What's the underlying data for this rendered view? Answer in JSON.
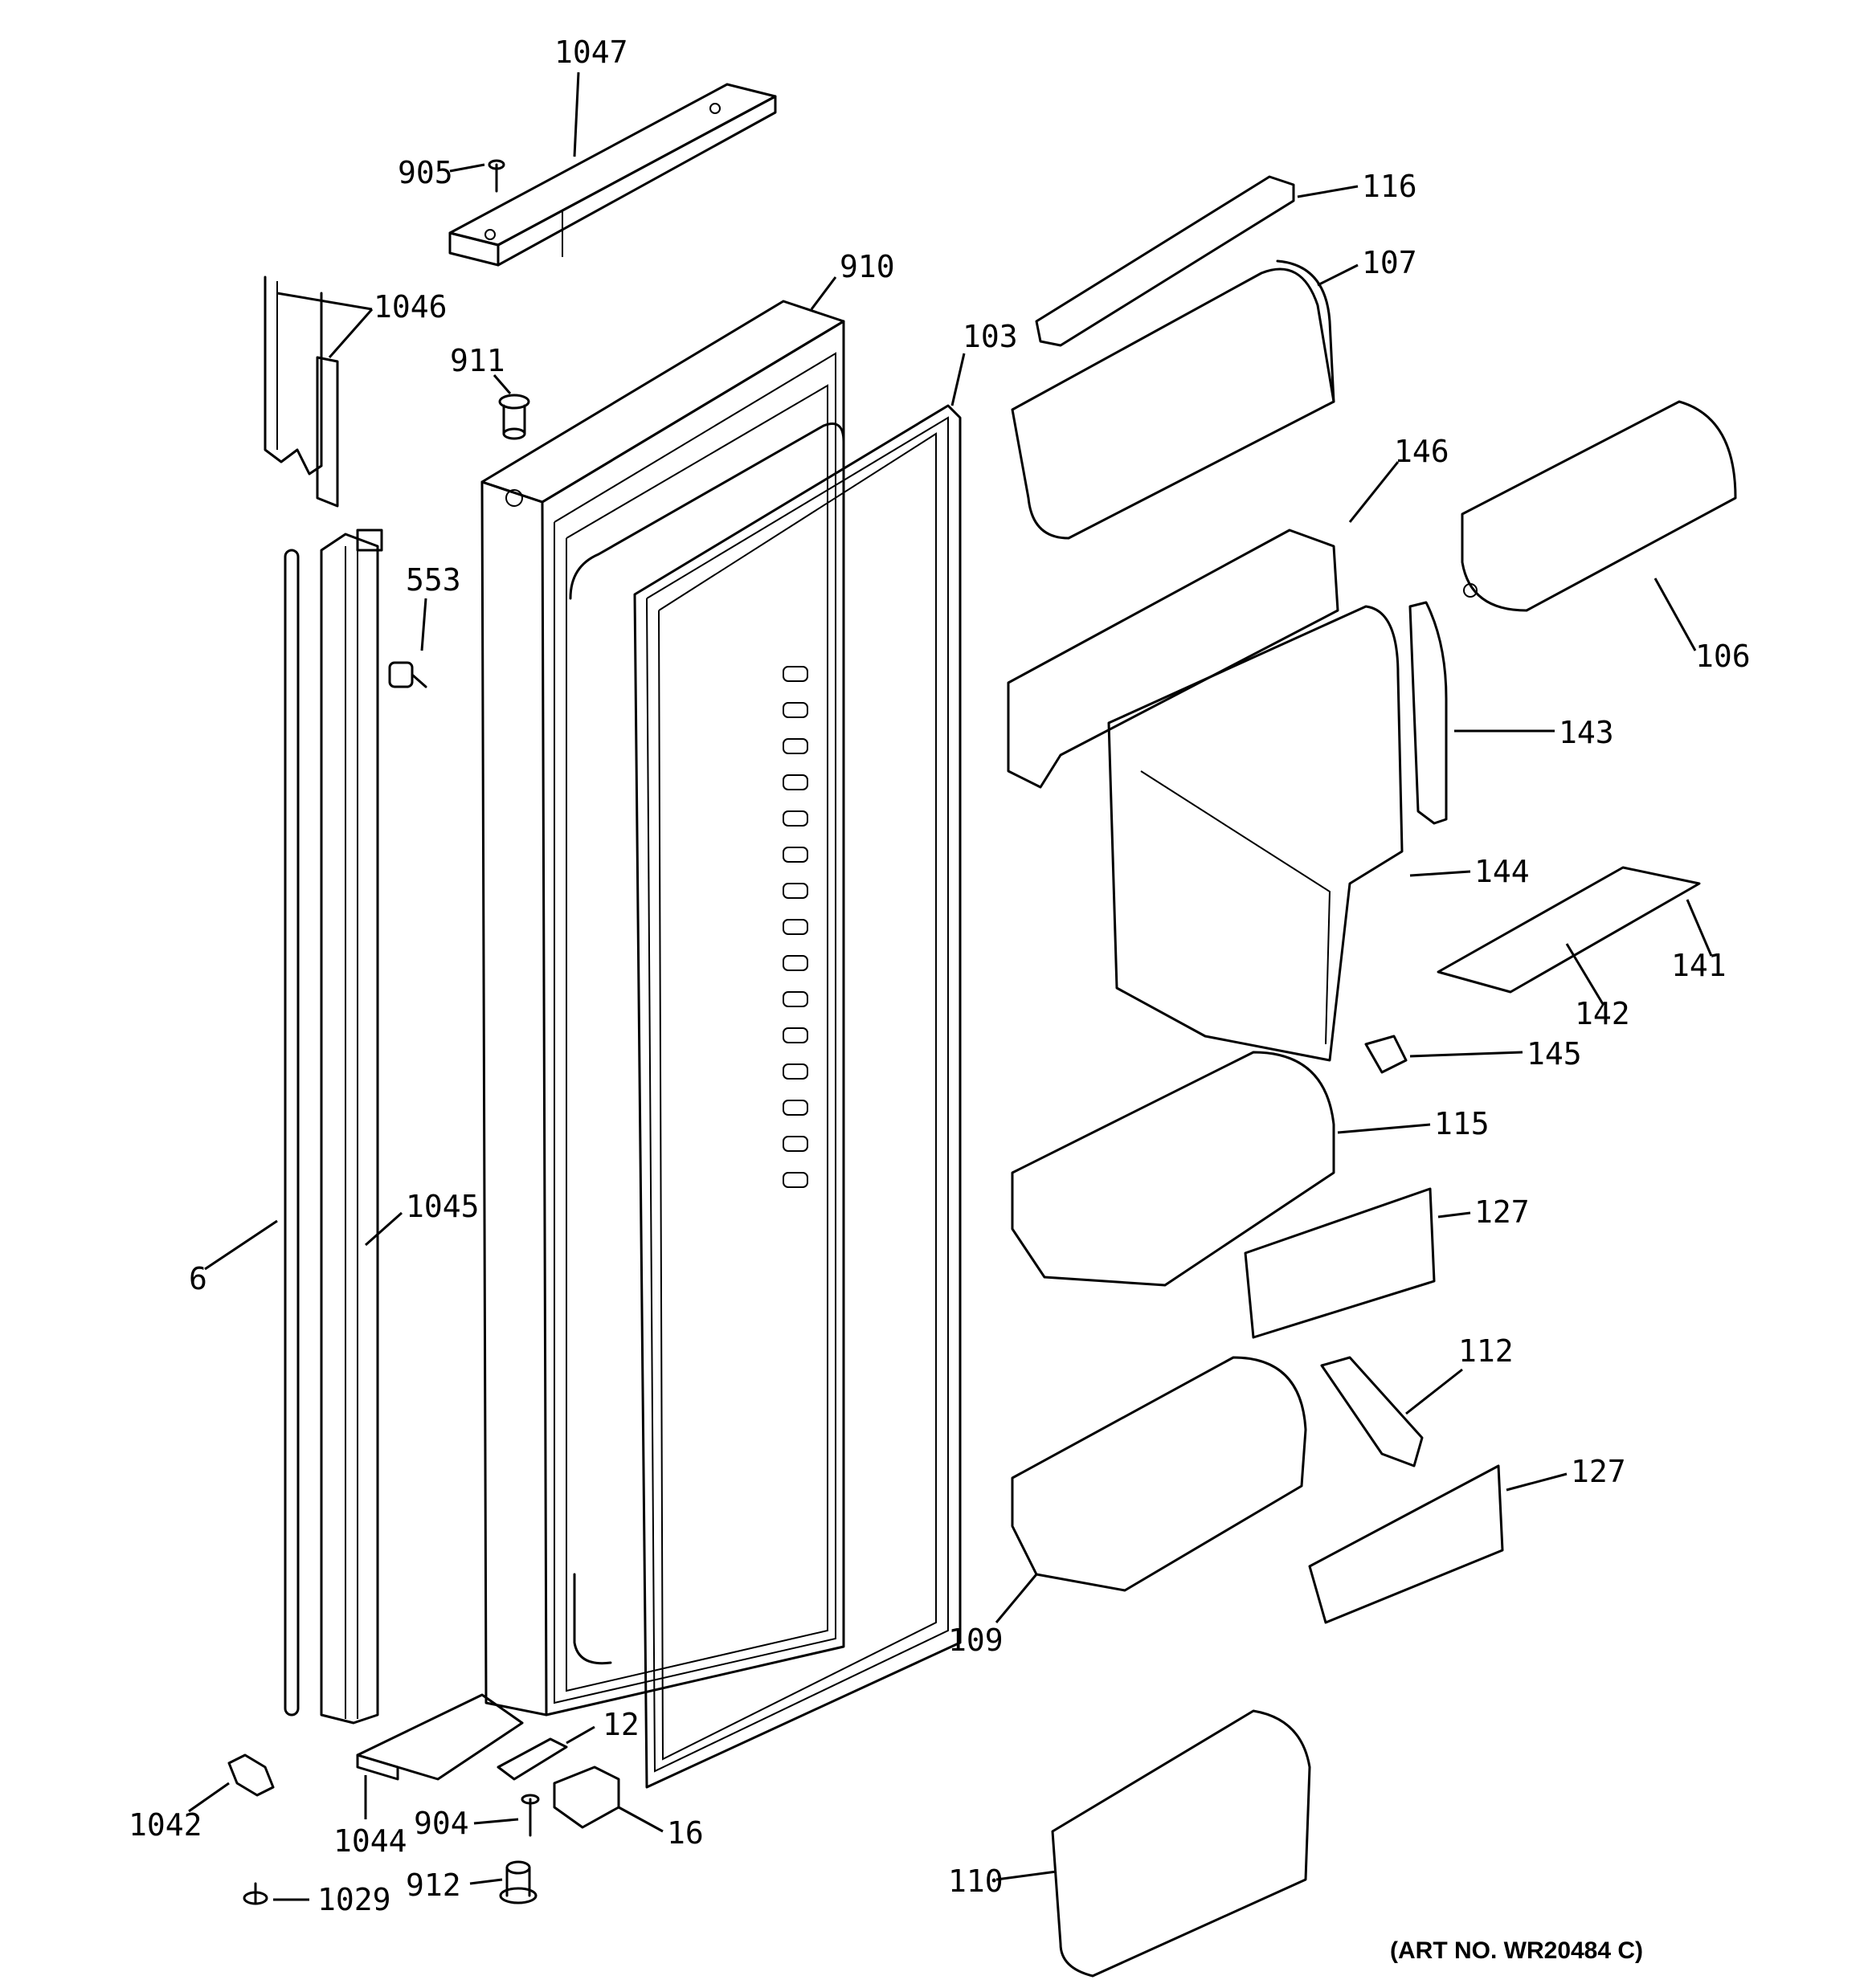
{
  "labels": {
    "p1047": "1047",
    "p905": "905",
    "p1046": "1046",
    "p910": "910",
    "p911": "911",
    "p103": "103",
    "p553": "553",
    "p116": "116",
    "p107": "107",
    "p146": "146",
    "p106": "106",
    "p143": "143",
    "p144": "144",
    "p141": "141",
    "p142": "142",
    "p145": "145",
    "p115": "115",
    "p127a": "127",
    "p112": "112",
    "p127b": "127",
    "p109": "109",
    "p110": "110",
    "p6": "6",
    "p1045": "1045",
    "p12": "12",
    "p1042": "1042",
    "p1044": "1044",
    "p904": "904",
    "p16": "16",
    "p912": "912",
    "p1029": "1029"
  },
  "art_number": "(ART NO. WR20484 C)"
}
